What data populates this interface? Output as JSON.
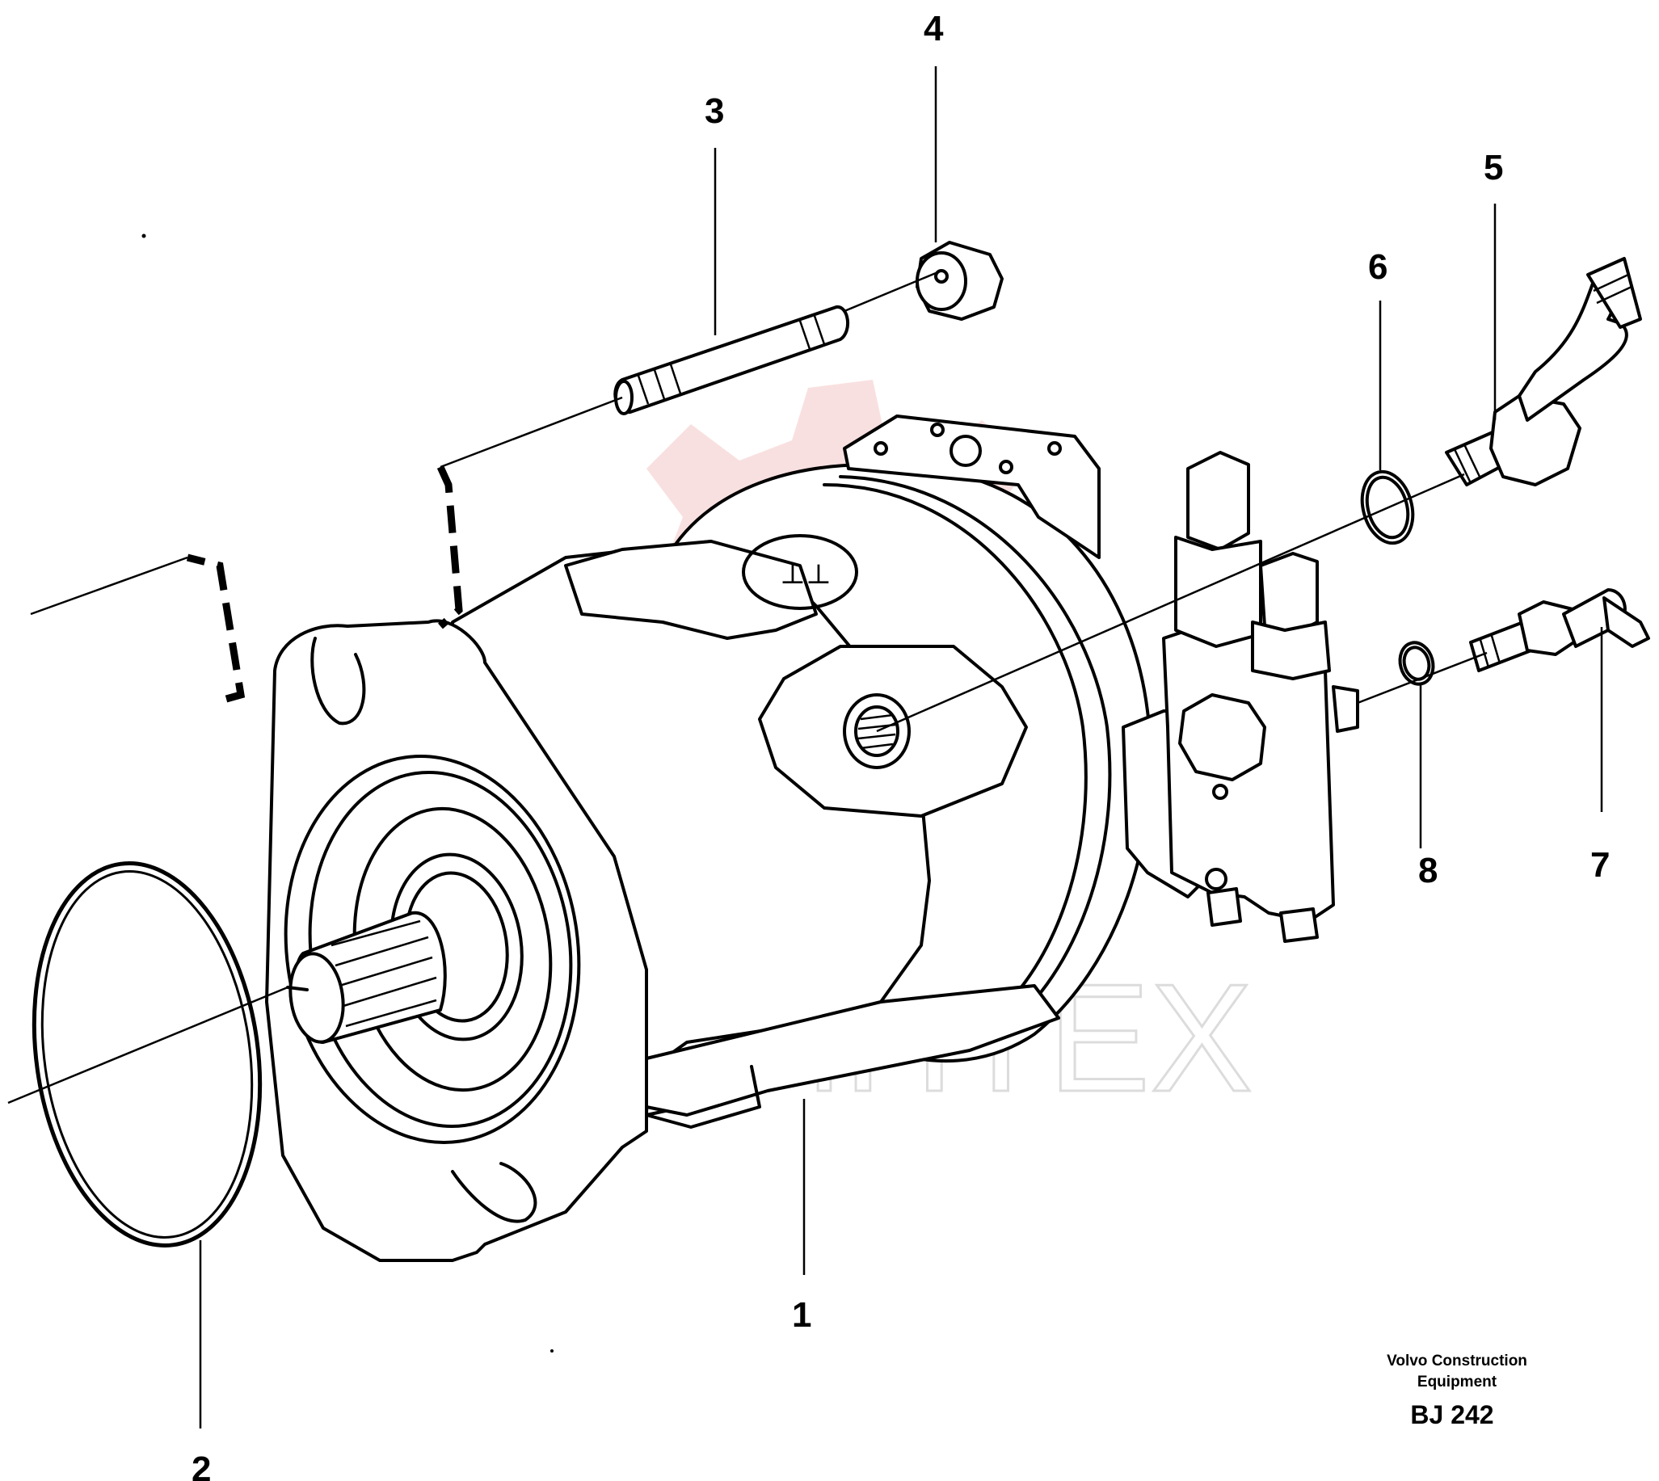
{
  "watermark": {
    "text": "ΛИHTEX",
    "gear_color": "#f4c6c6"
  },
  "callouts": [
    {
      "id": "1",
      "label": "1"
    },
    {
      "id": "2",
      "label": "2"
    },
    {
      "id": "3",
      "label": "3"
    },
    {
      "id": "4",
      "label": "4"
    },
    {
      "id": "5",
      "label": "5"
    },
    {
      "id": "6",
      "label": "6"
    },
    {
      "id": "7",
      "label": "7"
    },
    {
      "id": "8",
      "label": "8"
    }
  ],
  "caption": {
    "line1": "Volvo Construction",
    "line2": "Equipment",
    "code": "BJ 242"
  }
}
